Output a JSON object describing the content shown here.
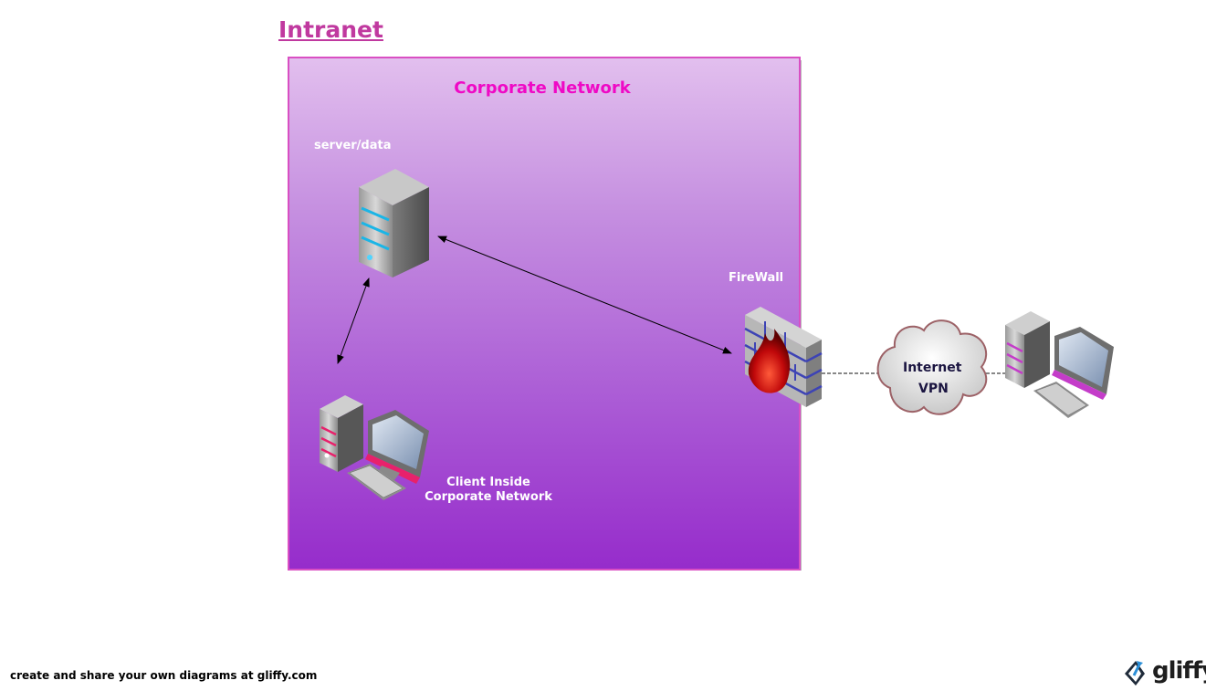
{
  "diagram": {
    "title": "Intranet",
    "network_title": "Corporate Network",
    "server_label": "server/data",
    "firewall_label": "FireWall",
    "client_label_line1": "Client Inside",
    "client_label_line2": "Corporate Network",
    "cloud_label_line1": "Internet",
    "cloud_label_line2": "VPN"
  },
  "footer": {
    "text": "create and share your own diagrams at gliffy.com",
    "logo_text": "gliffy"
  },
  "colors": {
    "title": "#c0399f",
    "network_title": "#ef09c5",
    "box_border": "#d94fc3",
    "box_top": "#e2bfee",
    "box_bottom": "#962ccb"
  },
  "icons": [
    "server-icon",
    "firewall-icon",
    "client-computer-icon",
    "cloud-icon",
    "remote-computer-icon",
    "gliffy-logo-icon"
  ]
}
